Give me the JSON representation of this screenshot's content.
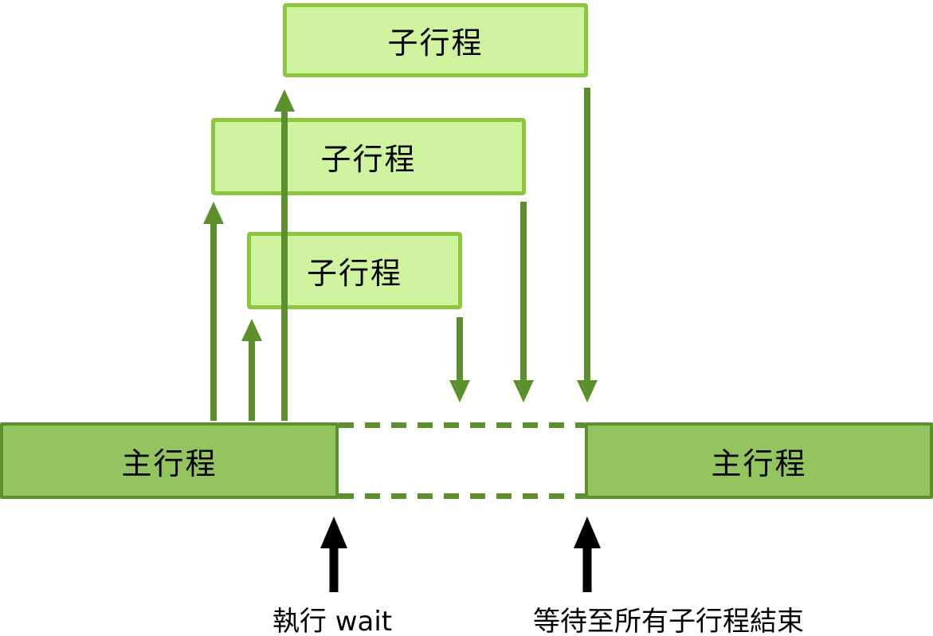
{
  "colors": {
    "child_fill": "#cff39f",
    "child_border": "#8cc63f",
    "main_fill": "#93c45f",
    "main_border": "#5e8f2e",
    "arrow_green": "#5e8f2e",
    "arrow_black": "#000000",
    "text": "#000000"
  },
  "child_boxes": [
    {
      "label": "子行程"
    },
    {
      "label": "子行程"
    },
    {
      "label": "子行程"
    }
  ],
  "main_boxes": [
    {
      "label": "主行程"
    },
    {
      "label": "主行程"
    }
  ],
  "captions": {
    "wait": "執行 wait",
    "wait_all": "等待至所有子行程結束"
  }
}
